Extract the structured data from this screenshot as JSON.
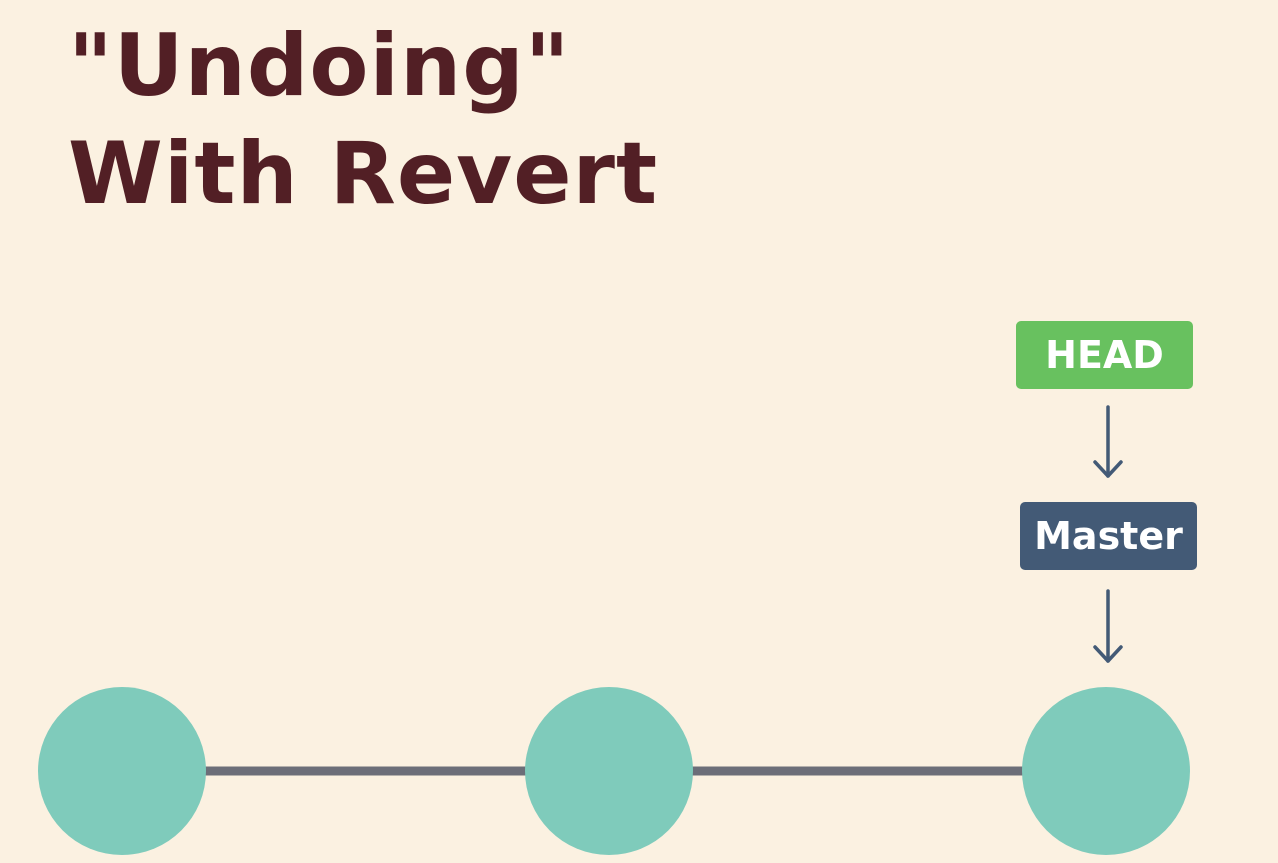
{
  "title": {
    "line1": "\"Undoing\"",
    "line2": "With Revert"
  },
  "labels": {
    "head": "HEAD",
    "master": "Master"
  },
  "colors": {
    "background": "#FBF1E1",
    "title": "#521F25",
    "head": "#68C15F",
    "master": "#435A76",
    "arrow": "#435A76",
    "commit": "#7FCBBB",
    "connector": "#6C6E78"
  },
  "commits": [
    {
      "id": "commit-1"
    },
    {
      "id": "commit-2"
    },
    {
      "id": "commit-3"
    }
  ]
}
